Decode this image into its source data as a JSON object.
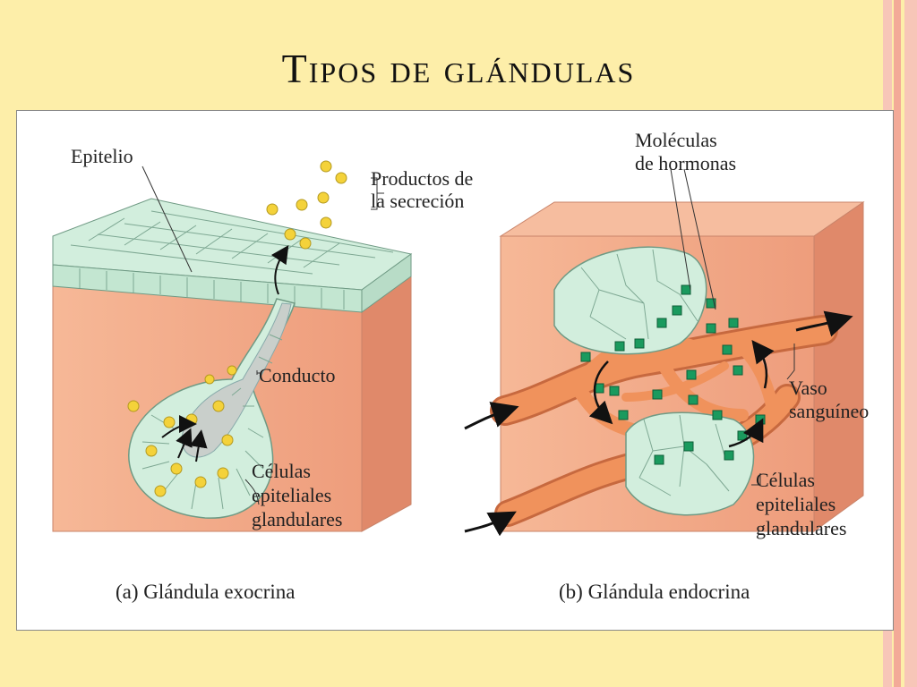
{
  "title": "Tipos de glándulas",
  "colors": {
    "background": "#fdeea9",
    "tissue": "#f1a887",
    "epithelium": "#d2eedd",
    "vessel": "#f0925c",
    "secretion": "#f4d23a",
    "hormone": "#1a9a5e"
  },
  "exocrine": {
    "label_epitelio": "Epitelio",
    "label_productos_1": "Productos de",
    "label_productos_2": "la secreción",
    "label_conducto": "Conducto",
    "label_celulas_1": "Células",
    "label_celulas_2": "epiteliales",
    "label_celulas_3": "glandulares",
    "caption": "(a) Glándula exocrina"
  },
  "endocrine": {
    "label_moleculas_1": "Moléculas",
    "label_moleculas_2": "de hormonas",
    "label_vaso_1": "Vaso",
    "label_vaso_2": "sanguíneo",
    "label_celulas_1": "Células",
    "label_celulas_2": "epiteliales",
    "label_celulas_3": "glandulares",
    "caption": "(b) Glándula endocrina"
  }
}
